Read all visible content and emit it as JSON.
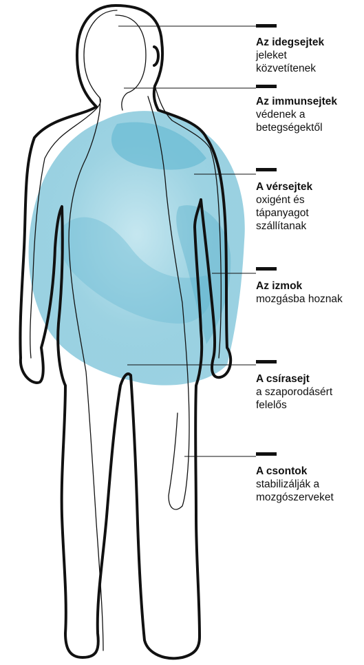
{
  "labels": [
    {
      "title": "Az idegsejtek",
      "desc": "jeleket\nközvetítenek"
    },
    {
      "title": "Az immunsejtek",
      "desc": "védenek a\nbetegségektől"
    },
    {
      "title": "A vérsejtek",
      "desc": "oxigént és\ntápanyagot\nszállítanak"
    },
    {
      "title": "Az izmok",
      "desc": "mozgásba hoznak"
    },
    {
      "title": "A csírasejt",
      "desc": "a szaporodásért\nfelelős"
    },
    {
      "title": "A csontok",
      "desc": "stabilizálják a\nmozgószerveket"
    }
  ],
  "colors": {
    "outline": "#111111",
    "watercolor": "#5bb4cf",
    "watercolor_light": "#a9d9e6"
  }
}
